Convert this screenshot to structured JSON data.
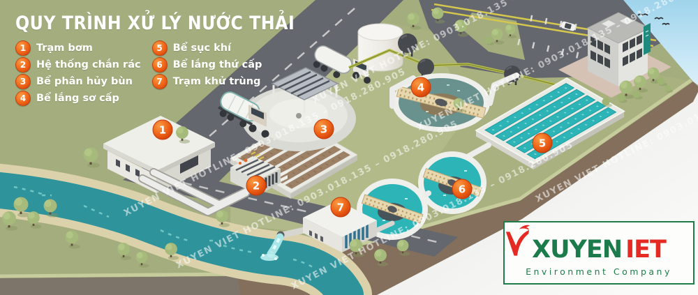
{
  "title": "QUY TRÌNH XỬ LÝ NƯỚC THẢI",
  "legend": {
    "items": [
      {
        "number": "1",
        "label": "Trạm bơm"
      },
      {
        "number": "2",
        "label": "Hệ thống chắn rác"
      },
      {
        "number": "3",
        "label": "Bể phân hủy bùn"
      },
      {
        "number": "4",
        "label": "Bể lắng sơ cấp"
      },
      {
        "number": "5",
        "label": "Bể sục khí"
      },
      {
        "number": "6",
        "label": "Bể lắng thứ cấp"
      },
      {
        "number": "7",
        "label": "Trạm khử trùng"
      }
    ]
  },
  "watermark": {
    "text": "XUYEN VIET HOTLINE: 0903.018.135 – 0918.280.905"
  },
  "logo": {
    "name_part1": "XUYEN",
    "name_part2_v": "V",
    "name_part2_rest": "IET",
    "subtitle": "Environment Company"
  },
  "colors": {
    "background_olive": "#9ca57c",
    "land_green": "#a4ad7e",
    "basin_teal": "#2cb4b7",
    "river_teal": "#2f939b",
    "road_gray": "#64676d",
    "marker_orange": "#ee6418",
    "logo_green": "#1b7b4a",
    "logo_red": "#e42a23",
    "sky_blue": "#b5e0f2",
    "platform_edge_brown": "#836f5b"
  }
}
